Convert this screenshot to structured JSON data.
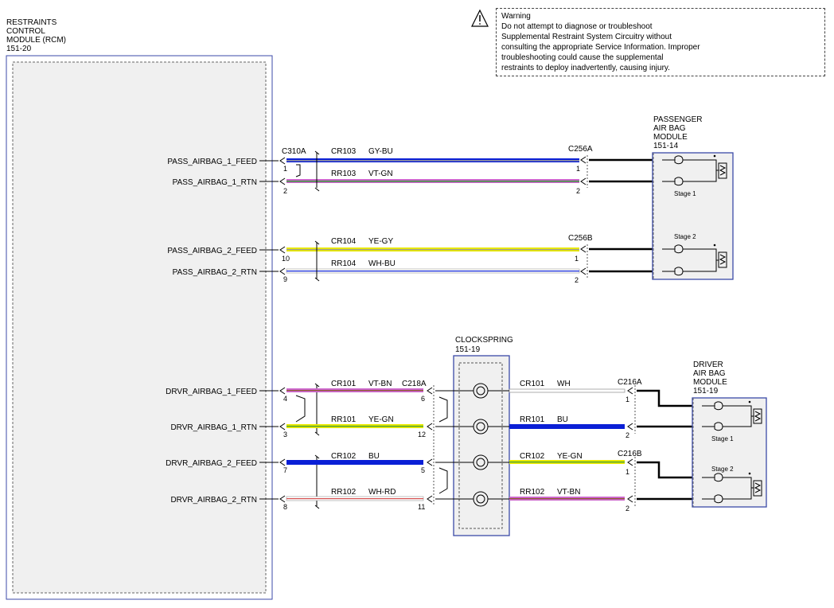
{
  "warning": {
    "title": "Warning",
    "text": "Do not attempt to diagnose or troubleshoot\nSupplemental Restraint System Circuitry without\nconsulting the appropriate Service Information. Improper\ntroubleshooting could cause the supplemental\nrestraints to deploy inadvertently, causing injury."
  },
  "rcm": {
    "l1": "RESTRAINTS",
    "l2": "CONTROL",
    "l3": "MODULE (RCM)",
    "l4": "151-20"
  },
  "passenger_module": {
    "l1": "PASSENGER",
    "l2": "AIR BAG",
    "l3": "MODULE",
    "l4": "151-14",
    "stage1": "Stage 1",
    "stage2": "Stage 2"
  },
  "driver_module": {
    "l1": "DRIVER",
    "l2": "AIR BAG",
    "l3": "MODULE",
    "l4": "151-19",
    "stage1": "Stage 1",
    "stage2": "Stage 2"
  },
  "clockspring": {
    "l1": "CLOCKSPRING",
    "l2": "151-19"
  },
  "connectors": {
    "c310a": "C310A",
    "c256a": "C256A",
    "c256b": "C256B",
    "c218a": "C218A",
    "c216a": "C216A",
    "c216b": "C216B"
  },
  "signals": {
    "pass1_feed": "PASS_AIRBAG_1_FEED",
    "pass1_rtn": "PASS_AIRBAG_1_RTN",
    "pass2_feed": "PASS_AIRBAG_2_FEED",
    "pass2_rtn": "PASS_AIRBAG_2_RTN",
    "drvr1_feed": "DRVR_AIRBAG_1_FEED",
    "drvr1_rtn": "DRVR_AIRBAG_1_RTN",
    "drvr2_feed": "DRVR_AIRBAG_2_FEED",
    "drvr2_rtn": "DRVR_AIRBAG_2_RTN"
  },
  "wires": {
    "cr103": {
      "circuit": "CR103",
      "color": "GY-BU"
    },
    "rr103": {
      "circuit": "RR103",
      "color": "VT-GN"
    },
    "cr104": {
      "circuit": "CR104",
      "color": "YE-GY"
    },
    "rr104": {
      "circuit": "RR104",
      "color": "WH-BU"
    },
    "cr101a": {
      "circuit": "CR101",
      "color": "VT-BN"
    },
    "rr101a": {
      "circuit": "RR101",
      "color": "YE-GN"
    },
    "cr102a": {
      "circuit": "CR102",
      "color": "BU"
    },
    "rr102a": {
      "circuit": "RR102",
      "color": "WH-RD"
    },
    "cr101b": {
      "circuit": "CR101",
      "color": "WH"
    },
    "rr101b": {
      "circuit": "RR101",
      "color": "BU"
    },
    "cr102b": {
      "circuit": "CR102",
      "color": "YE-GN"
    },
    "rr102b": {
      "circuit": "RR102",
      "color": "VT-BN"
    }
  },
  "pins": {
    "rcm_p1": "1",
    "rcm_p2": "2",
    "rcm_p10": "10",
    "rcm_p9": "9",
    "rcm_p4": "4",
    "rcm_p3": "3",
    "rcm_p7": "7",
    "rcm_p8": "8",
    "c256a_1": "1",
    "c256a_2": "2",
    "c256b_1": "1",
    "c256b_2": "2",
    "c218a_6": "6",
    "c218a_12": "12",
    "c218a_5": "5",
    "c218a_11": "11",
    "c216a_1": "1",
    "c216a_2": "2",
    "c216b_1": "1",
    "c216b_2": "2"
  },
  "colors": {
    "blue": "#0a1fd6",
    "violet": "#cc66cc",
    "yellow": "#e8e800",
    "green": "#3a9a3a",
    "gray": "#9a9a9a",
    "red": "#d45050",
    "box_border": "#3b4aa8",
    "box_fill": "#f0f0f0"
  }
}
